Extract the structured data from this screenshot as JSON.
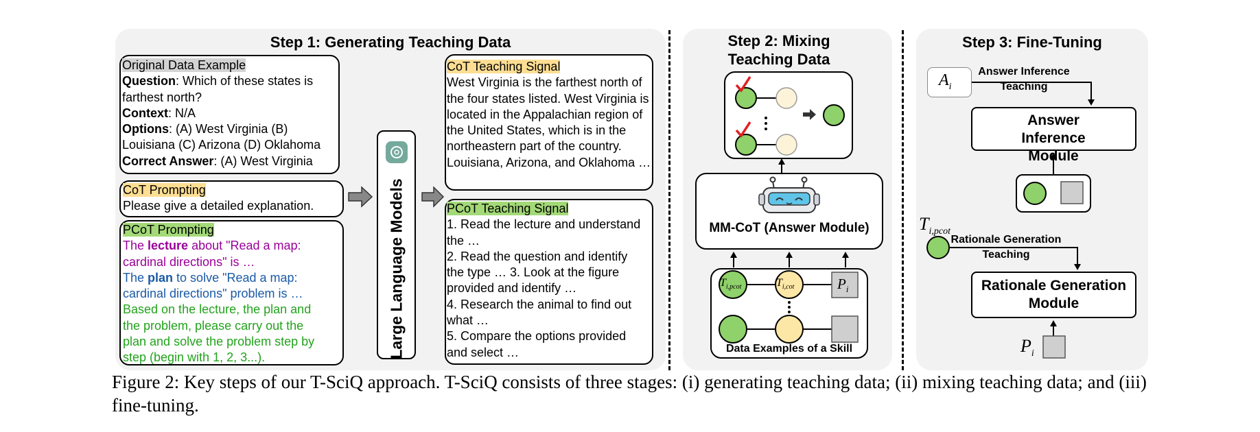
{
  "step1": {
    "title": "Step 1: Generating Teaching Data",
    "original": {
      "heading": "Original Data Example",
      "question_label": "Question",
      "question_text": ": Which of these states is farthest north?",
      "context_label": "Context",
      "context_text": ": N/A",
      "options_label": "Options",
      "options_text": ": (A) West Virginia (B) Louisiana (C) Arizona (D) Oklahoma",
      "answer_label": "Correct Answer",
      "answer_text": ": (A) West Virginia"
    },
    "cot_prompting": {
      "heading": "CoT Prompting",
      "text": "Please give a detailed explanation."
    },
    "pcot_prompting": {
      "heading": "PCoT Prompting",
      "lecture_pre": "The ",
      "lecture_bold": "lecture",
      "lecture_post": " about \"Read a map: cardinal directions\" is …",
      "plan_pre": "The ",
      "plan_bold": "plan",
      "plan_post": " to solve \"Read a map: cardinal directions\" problem is …",
      "instruction": "Based on the lecture, the plan and the problem, please carry out the plan and solve the problem step by step (begin with 1, 2, 3...)."
    },
    "llm_label": "Large Language Models",
    "cot_signal": {
      "heading": "CoT Teaching Signal",
      "text": "West Virginia is the farthest north of the four states listed. West Virginia is located in the Appalachian region of the United States, which is in the northeastern part of the country. Louisiana, Arizona, and Oklahoma …"
    },
    "pcot_signal": {
      "heading": "PCoT Teaching Signal",
      "items": [
        "1. Read the lecture and understand the …",
        "2. Read the question and identify the type … 3. Look at the figure provided and identify …",
        "4. Research the animal to find out what …",
        "5. Compare the options provided and select …"
      ]
    }
  },
  "step2": {
    "title": "Step 2: Mixing Teaching Data",
    "module_label": "MM-CoT (Answer Module)",
    "examples_label": "Data Examples of a Skill",
    "node_labels": {
      "pcot": "T",
      "pcot_sub": "i,pcot",
      "cot": "T",
      "cot_sub": "i,cot",
      "p": "P",
      "p_sub": "i"
    },
    "checkmark": "✓",
    "ellipsis": "⋮",
    "colors": {
      "green": "#8fd16a",
      "yellow": "#fde7a6",
      "gray": "#cfcfcf",
      "check": "#e02020"
    }
  },
  "step3": {
    "title": "Step 3: Fine-Tuning",
    "answer_symbol": "A",
    "answer_sub": "i",
    "answer_teaching": "Answer Inference Teaching",
    "answer_module": "Answer Inference Module",
    "rationale_symbol": "T",
    "rationale_sub": "i,pcot",
    "rationale_teaching": "Rationale Generation Teaching",
    "rationale_module": "Rationale Generation Module",
    "p_symbol": "P",
    "p_sub": "i"
  },
  "caption": "Figure 2: Key steps of our T-SciQ approach. T-SciQ consists of three stages: (i) generating teaching data; (ii) mixing teaching data; and (iii) fine-tuning."
}
